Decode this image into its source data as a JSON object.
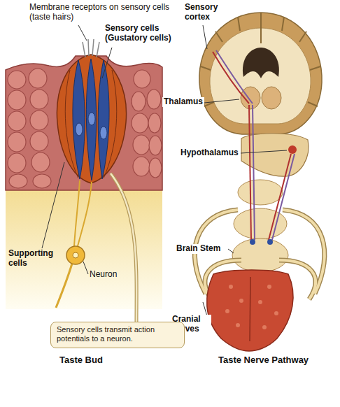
{
  "diagram": {
    "nodes": [
      {
        "text": [
          "Sensory cells transmit action potentials to a neuron."
        ]
      }
    ],
    "labels": [
      "Membrane receptors on sensory cells (taste hairs)",
      "Sensory cells (Gustatory cells)",
      "Supporting cells",
      "Neuron",
      "Taste Bud",
      "Sensory cortex",
      "Thalamus",
      "Hypothalamus",
      "Brain Stem",
      "Cranial nerves",
      "Taste Nerve Pathway"
    ]
  }
}
